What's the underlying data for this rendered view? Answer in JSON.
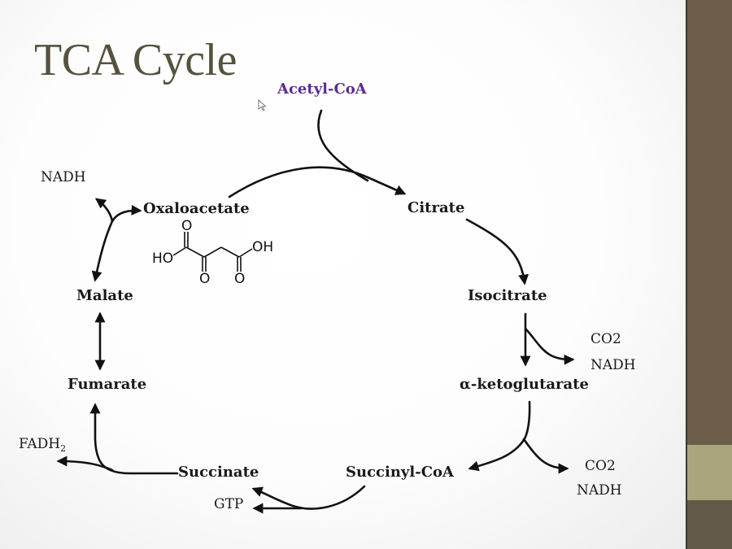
{
  "slide": {
    "title": "TCA Cycle",
    "colors": {
      "title": "#57523f",
      "acetyl_coa": "#5a2d91",
      "sidebar_dark": "#6b5d48",
      "sidebar_accent": "#a9a57c",
      "sidebar_bottom": "#615a48"
    }
  },
  "diagram": {
    "input": "Acetyl-CoA",
    "intermediates": {
      "citrate": "Citrate",
      "isocitrate": "Isocitrate",
      "alpha_ketoglutarate": "α-ketoglutarate",
      "succinyl_coa": "Succinyl-CoA",
      "succinate": "Succinate",
      "fumarate": "Fumarate",
      "malate": "Malate",
      "oxaloacetate": "Oxaloacetate"
    },
    "byproducts": {
      "isocitrate_co2": "CO2",
      "isocitrate_nadh": "NADH",
      "akg_co2": "CO2",
      "akg_nadh": "NADH",
      "gtp": "GTP",
      "fadh2_base": "FADH",
      "fadh2_sub": "2",
      "malate_nadh": "NADH"
    },
    "oxaloacetate_structure": {
      "left_group": "HO",
      "right_group": "OH",
      "oxygen": "O"
    }
  }
}
